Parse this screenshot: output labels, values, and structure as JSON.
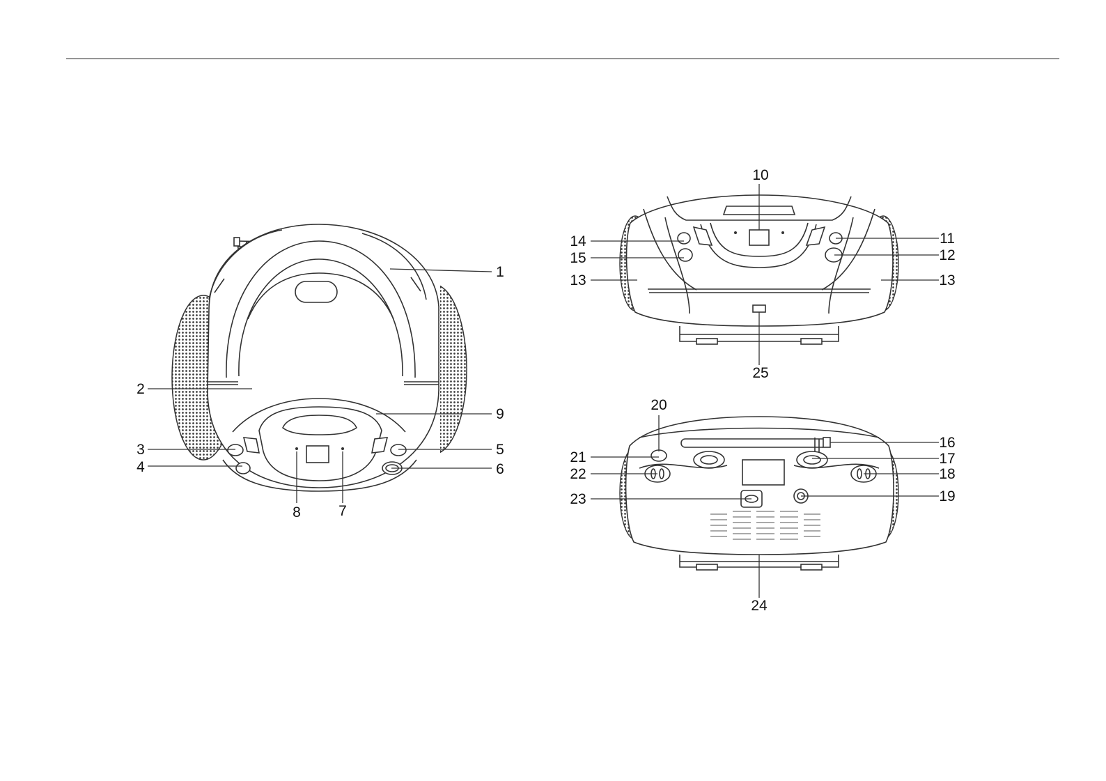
{
  "diagram": {
    "front_view": {
      "callouts": [
        {
          "id": "c1",
          "label": "1"
        },
        {
          "id": "c2",
          "label": "2"
        },
        {
          "id": "c3",
          "label": "3"
        },
        {
          "id": "c4",
          "label": "4"
        },
        {
          "id": "c5",
          "label": "5"
        },
        {
          "id": "c6",
          "label": "6"
        },
        {
          "id": "c7",
          "label": "7"
        },
        {
          "id": "c8",
          "label": "8"
        },
        {
          "id": "c9",
          "label": "9"
        }
      ]
    },
    "top_view": {
      "callouts": [
        {
          "id": "c10",
          "label": "10"
        },
        {
          "id": "c11",
          "label": "11"
        },
        {
          "id": "c12",
          "label": "12"
        },
        {
          "id": "c13a",
          "label": "13"
        },
        {
          "id": "c13b",
          "label": "13"
        },
        {
          "id": "c14",
          "label": "14"
        },
        {
          "id": "c15",
          "label": "15"
        },
        {
          "id": "c25",
          "label": "25"
        }
      ]
    },
    "back_view": {
      "callouts": [
        {
          "id": "c16",
          "label": "16"
        },
        {
          "id": "c17",
          "label": "17"
        },
        {
          "id": "c18",
          "label": "18"
        },
        {
          "id": "c19",
          "label": "19"
        },
        {
          "id": "c20",
          "label": "20"
        },
        {
          "id": "c21",
          "label": "21"
        },
        {
          "id": "c22",
          "label": "22"
        },
        {
          "id": "c23",
          "label": "23"
        },
        {
          "id": "c24",
          "label": "24"
        }
      ]
    }
  }
}
